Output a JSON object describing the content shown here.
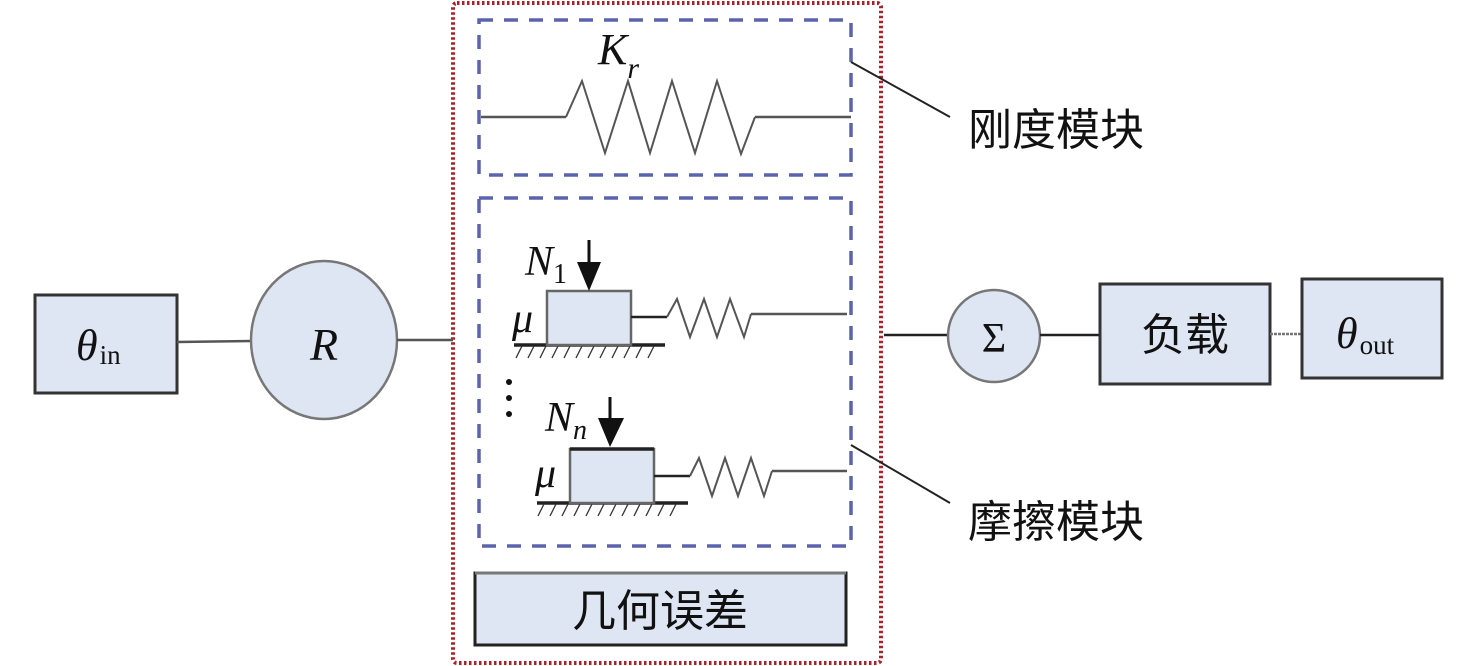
{
  "diagram": {
    "input": {
      "symbol": "θ",
      "subscript": "in"
    },
    "reducer": {
      "symbol": "R"
    },
    "stiffness_module": {
      "symbol": "K",
      "subscript": "r",
      "label": "刚度模块"
    },
    "friction_module": {
      "label": "摩擦模块",
      "elements": [
        {
          "force_symbol": "N",
          "force_subscript": "1",
          "coefficient": "μ"
        },
        {
          "force_symbol": "N",
          "force_subscript": "n",
          "coefficient": "μ"
        }
      ],
      "ellipsis": "⋮"
    },
    "geometric_error": {
      "label": "几何误差"
    },
    "summation": {
      "symbol": "Σ"
    },
    "load": {
      "label": "负载"
    },
    "output": {
      "symbol": "θ",
      "subscript": "out"
    },
    "colors": {
      "block_fill": "#dfe6f3",
      "module_border": "#5b63ad",
      "group_border": "#a3252b"
    }
  }
}
